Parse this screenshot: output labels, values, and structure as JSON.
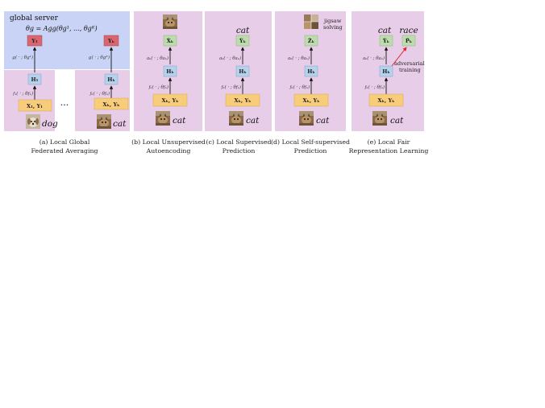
{
  "colors": {
    "server_bg": "#c9d3f5",
    "panel_bg": "#e8cde8",
    "box_orange": "#f7cc7a",
    "box_blue": "#b4d2ec",
    "box_green": "#bcdcae",
    "box_red": "#d9656f",
    "arrow_red": "#e0202a"
  },
  "panel_a": {
    "server_title": "global server",
    "aggregate_eq": "θg = Agg(θg¹, ..., θgᴷ)",
    "client1": {
      "output": "Y₁",
      "decoder_fn": "g( · ; θg¹)",
      "hidden": "H₁",
      "encoder_fn": "f₁( · ; θf₁)",
      "input": "X₁, Y₁",
      "example_word": "dog"
    },
    "clientK": {
      "output": "Yₖ",
      "decoder_fn": "g( · ; θgᴷ)",
      "hidden": "Hₖ",
      "encoder_fn": "fₖ( · ; θfₖ)",
      "input": "Xₖ, Yₖ",
      "example_word": "cat"
    },
    "ellipsis": "···",
    "caption_line1": "(a) Local Global",
    "caption_line2": "Federated Averaging"
  },
  "panel_b": {
    "output": "X̂ₖ",
    "decoder_fn": "aₖ( · ; θaₖ)",
    "hidden": "Hₖ",
    "encoder_fn": "fₖ( · ; θfₖ)",
    "input": "Xₖ, Yₖ",
    "example_word": "cat",
    "caption_line1": "(b) Local Unsupervised",
    "caption_line2": "Autoencoding"
  },
  "panel_c": {
    "top_word": "cat",
    "output": "Ŷₖ",
    "decoder_fn": "aₖ( · ; θaₖ)",
    "hidden": "Hₖ",
    "encoder_fn": "fₖ( · ; θfₖ)",
    "input": "Xₖ, Yₖ",
    "example_word": "cat",
    "caption_line1": "(c) Local Supervised",
    "caption_line2": "Prediction"
  },
  "panel_d": {
    "task_line1": "jigsaw",
    "task_line2": "solving",
    "output": "Ẑₖ",
    "decoder_fn": "aₖ( · ; θaₖ)",
    "hidden": "Hₖ",
    "encoder_fn": "fₖ( · ; θfₖ)",
    "input": "Xₖ, Yₖ",
    "example_word": "cat",
    "caption_line1": "(d) Local Self-supervised",
    "caption_line2": "Prediction"
  },
  "panel_e": {
    "top_word_1": "cat",
    "top_word_2": "race",
    "output": "Ŷₖ",
    "output_2": "P̂ₖ",
    "decoder_fn": "aₖ( · ; θaₖ)",
    "hidden": "Hₖ",
    "adv_line1": "adversarial",
    "adv_line2": "training",
    "encoder_fn": "fₖ( · ; θfₖ)",
    "input": "Xₖ, Yₖ",
    "example_word": "cat",
    "caption_line1": "(e) Local Fair",
    "caption_line2": "Representation Learning"
  }
}
